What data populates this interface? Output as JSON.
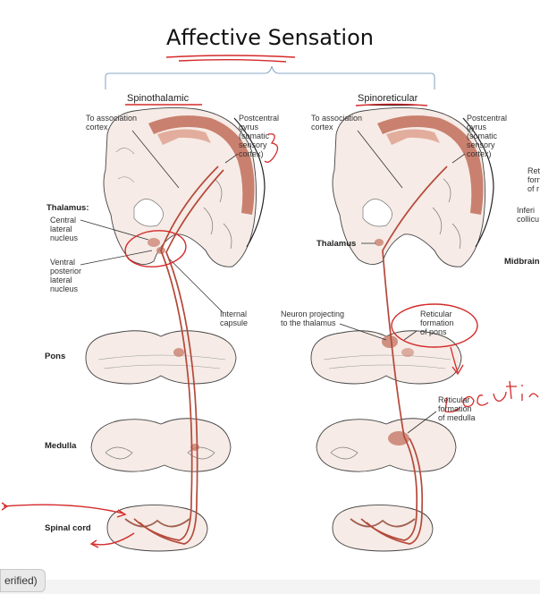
{
  "title": "Affective Sensation",
  "left_heading": "Spinothalamic",
  "right_heading": "Spinoreticular",
  "left_labels": {
    "to_association": "To association\ncortex",
    "postcentral": "Postcentral\ngyrus\n(somatic\nsensory\ncortex)",
    "thalamus": "Thalamus:",
    "central_lateral": "Central\nlateral\nnucleus",
    "ventral_posterior": "Ventral\nposterior\nlateral\nnucleus",
    "internal_capsule": "Internal\ncapsule",
    "pons": "Pons",
    "medulla": "Medulla",
    "spinal_cord": "Spinal cord"
  },
  "right_labels": {
    "to_association": "To association\ncortex",
    "postcentral": "Postcentral\ngyrus\n(somatic\nsensory\ncortex)",
    "thalamus": "Thalamus",
    "neuron_projecting": "Neuron projecting\nto the thalamus",
    "reticular_pons": "Reticular\nformation\nof pons",
    "reticular_medulla": "Reticular\nformation\nof medulla"
  },
  "cut_labels": {
    "ret": "Ret\nforn\nof r",
    "inferior": "Inferi\ncollicu",
    "midbrain": "Midbrain"
  },
  "badge_text": "erified)",
  "colors": {
    "cortex_fill": "#c9806e",
    "tract": "#b4493a",
    "annotation": "#d42a2a",
    "outline": "#333333",
    "tissue": "#f6ebe6"
  }
}
